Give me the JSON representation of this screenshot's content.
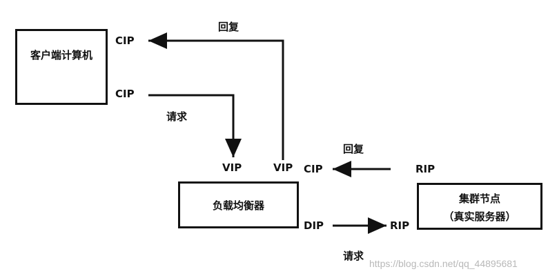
{
  "client": {
    "label": "客户端计算机",
    "cip_out": "CIP",
    "cip_in": "CIP"
  },
  "lb": {
    "label": "负载均衡器",
    "vip_in": "VIP",
    "vip_out": "VIP",
    "cip_reply": "CIP",
    "dip": "DIP"
  },
  "cluster": {
    "line1": "集群节点",
    "line2": "（真实服务器）",
    "rip_reply": "RIP",
    "rip_in": "RIP"
  },
  "flows": {
    "reply_top": "回复",
    "request_top": "请求",
    "reply_right": "回复",
    "request_bottom": "请求"
  },
  "watermark": "https://blog.csdn.net/qq_44895681"
}
